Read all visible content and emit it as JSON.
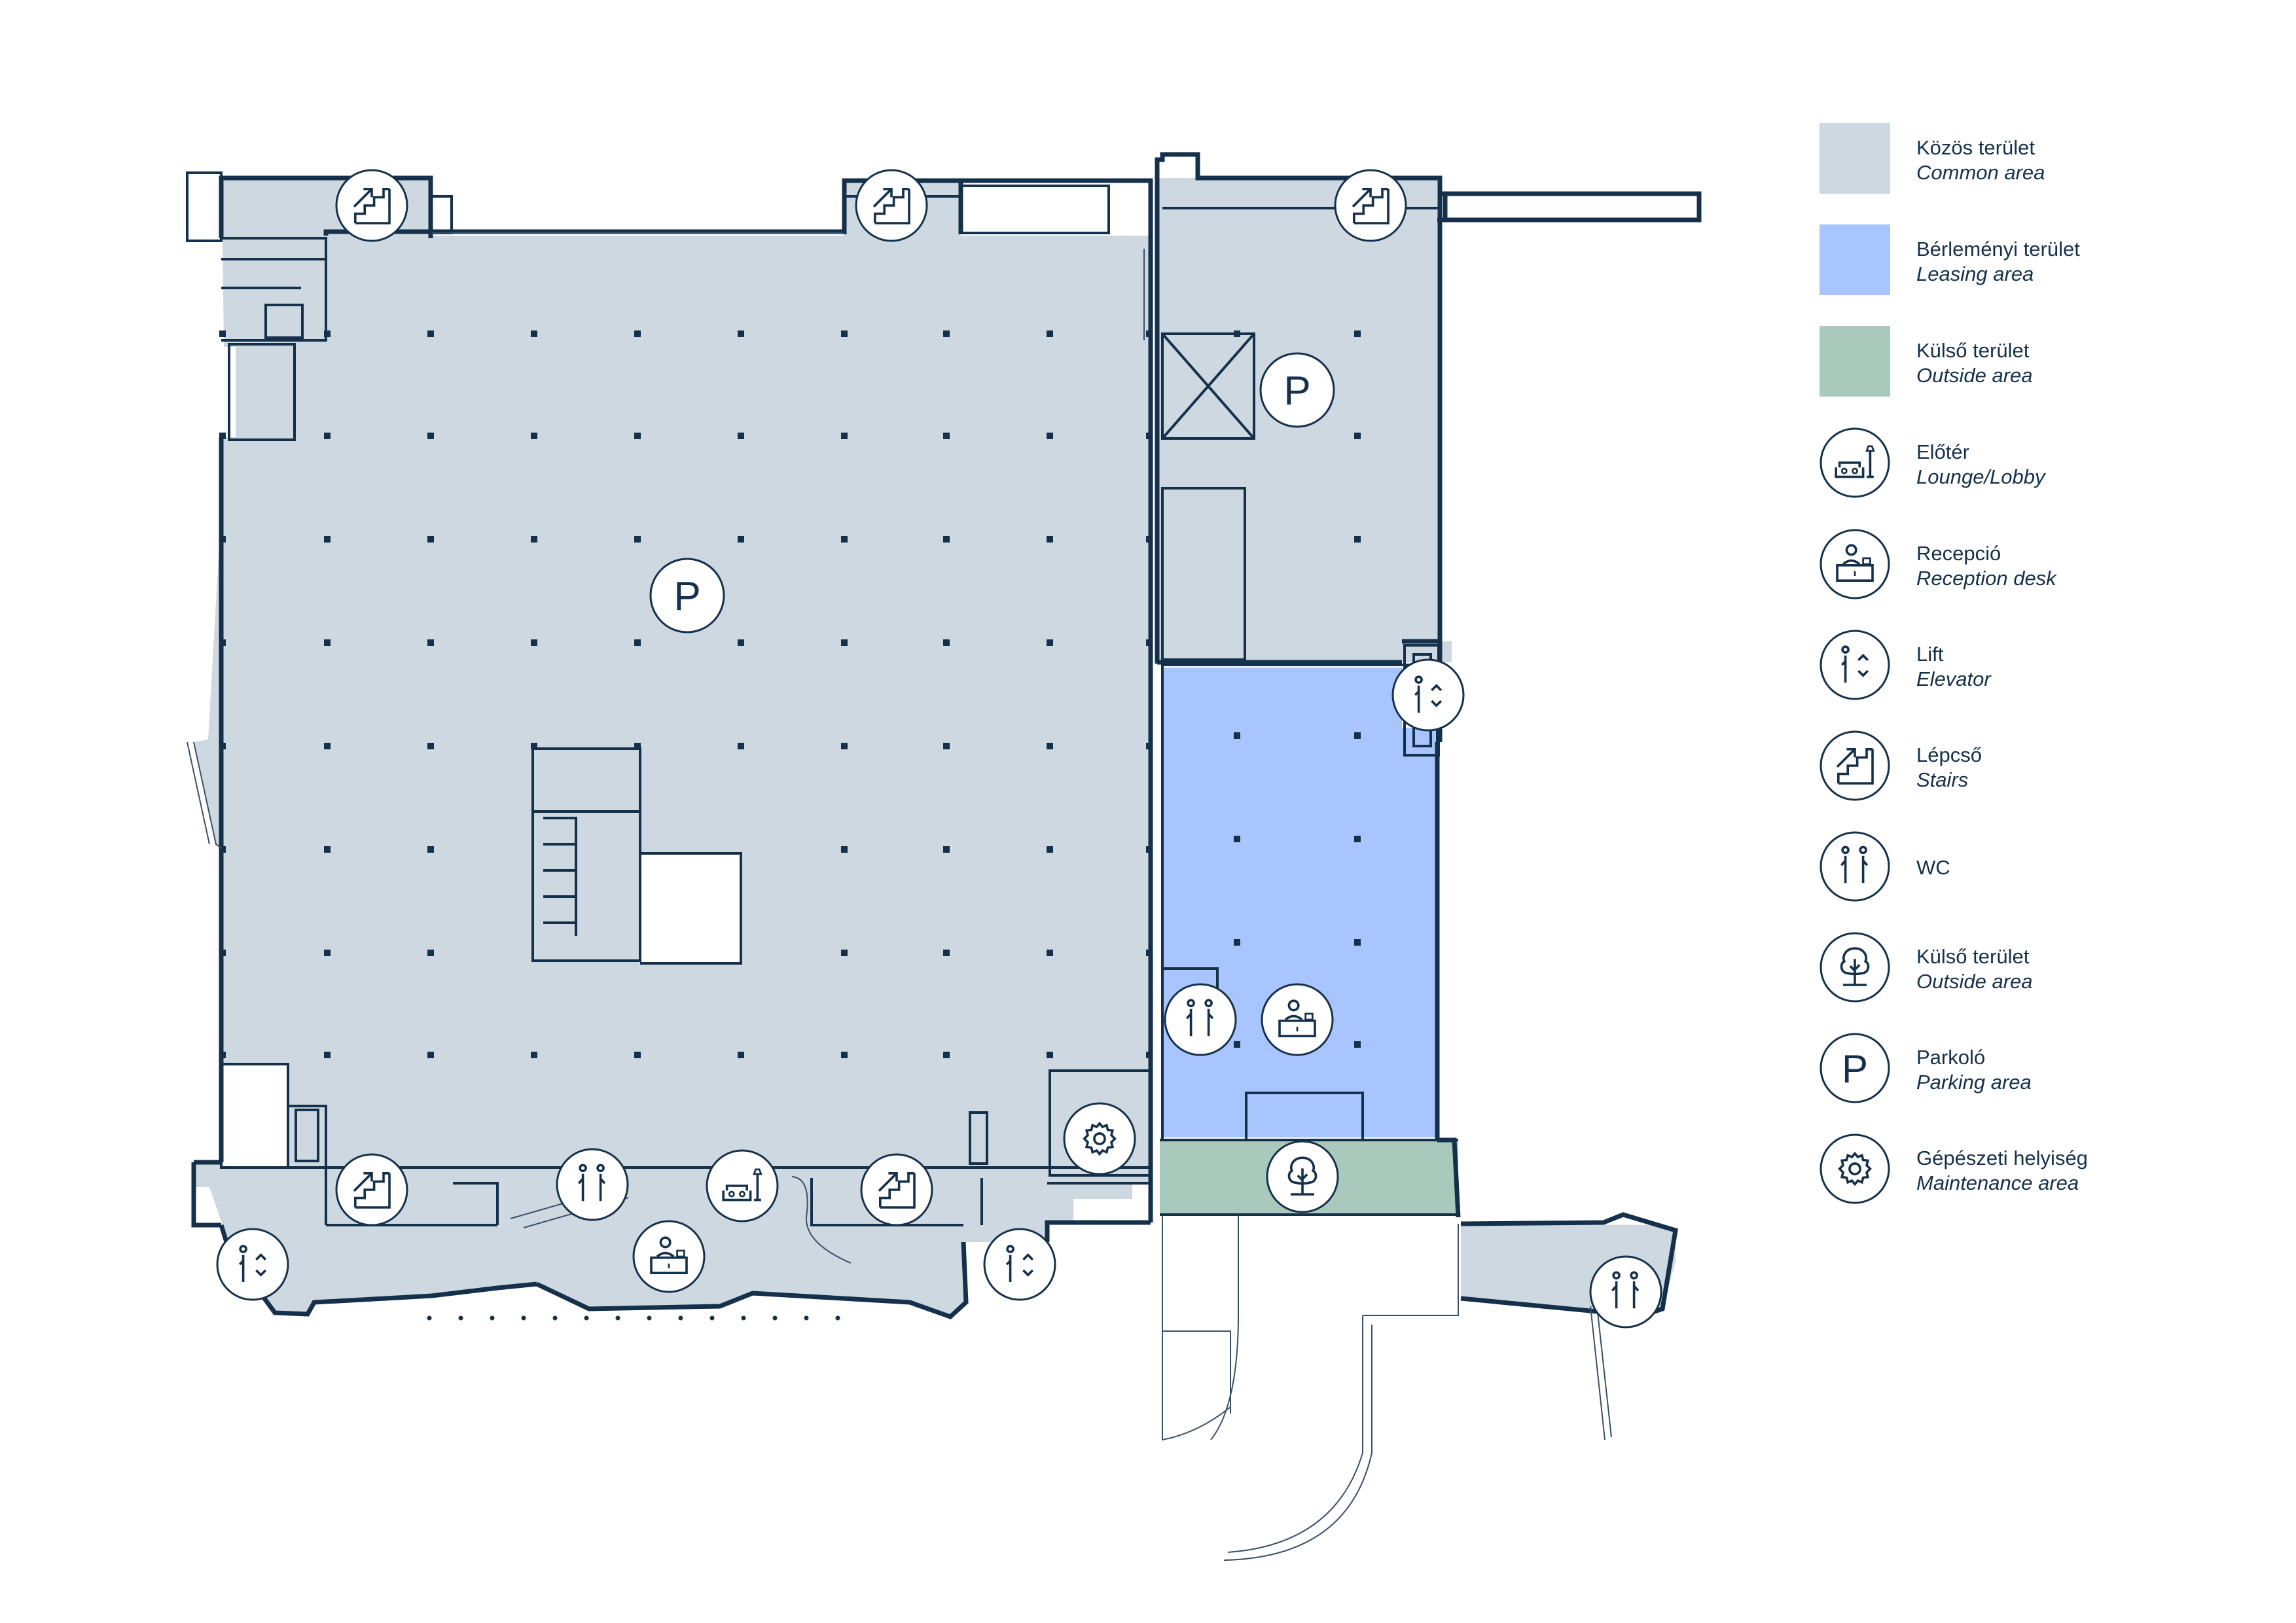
{
  "colors": {
    "common_area": "#cdd8e0",
    "leasing_area": "#a8c5ff",
    "outside_area": "#a9c9bd",
    "wall": "#15304a",
    "thin_line": "#3a5068"
  },
  "plan": {
    "parking_symbol": "P"
  },
  "legend": {
    "common": {
      "hu": "Közös terület",
      "en": "Common area",
      "icon": "common-area-swatch"
    },
    "leasing": {
      "hu": "Bérleményi terület",
      "en": "Leasing area",
      "icon": "leasing-area-swatch"
    },
    "outside": {
      "hu": "Külső terület",
      "en": "Outside area",
      "icon": "outside-area-swatch"
    },
    "lobby": {
      "hu": "Előtér",
      "en": "Lounge/Lobby",
      "icon": "sofa-lamp-icon"
    },
    "reception": {
      "hu": "Recepció",
      "en": "Reception desk",
      "icon": "reception-desk-icon"
    },
    "lift": {
      "hu": "Lift",
      "en": "Elevator",
      "icon": "elevator-icon"
    },
    "stairs": {
      "hu": "Lépcső",
      "en": "Stairs",
      "icon": "stairs-icon"
    },
    "wc": {
      "label": "WC",
      "icon": "wc-icon"
    },
    "tree": {
      "hu": "Külső terület",
      "en": "Outside area",
      "icon": "tree-icon"
    },
    "parking": {
      "hu": "Parkoló",
      "en": "Parking area",
      "icon": "parking-icon",
      "symbol": "P"
    },
    "maintenance": {
      "hu": "Gépészeti helyiség",
      "en": "Maintenance area",
      "icon": "gear-icon"
    }
  }
}
